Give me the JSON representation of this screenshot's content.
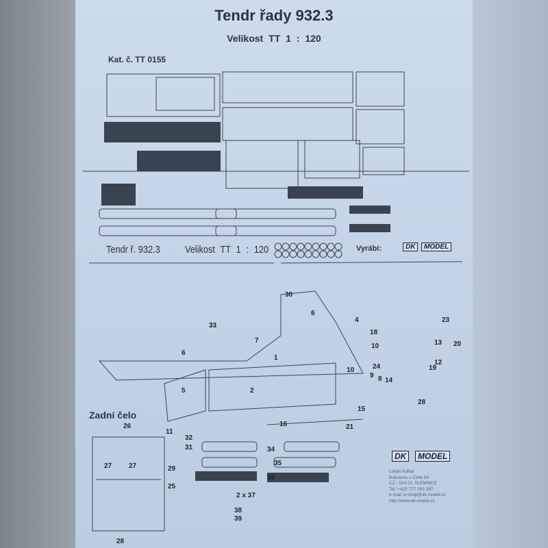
{
  "sheet": {
    "title": "Tendr řady 932.3",
    "subtitle": "Velikost TT   1 : 120",
    "catalog": "Kat. č. TT 0155",
    "footer_name": "Tendr ř. 932.3",
    "footer_scale": "Velikost TT   1 : 120",
    "maker_label": "Vyrábí:",
    "logo": {
      "left": "DK",
      "right": "MODEL"
    },
    "rear_title": "Zadní čelo",
    "address": [
      "Lukáš  Kottal",
      "Bukovina u Čisté 94",
      "CZ - 514 01 JILEMNICE",
      "Tel: +420 777 163 397",
      "e-mail: e-shop@dk-model.cz",
      "http://www.dk-model.cz"
    ]
  },
  "assembly_labels": [
    "30",
    "6",
    "4",
    "23",
    "33",
    "18",
    "7",
    "13",
    "20",
    "10",
    "6",
    "1",
    "12",
    "24",
    "19",
    "10",
    "9",
    "8",
    "14",
    "5",
    "2",
    "28",
    "15",
    "16",
    "21",
    "11",
    "32",
    "31",
    "26",
    "34",
    "27",
    "27",
    "35",
    "29",
    "36",
    "25",
    "2 x 37",
    "38",
    "39",
    "28"
  ],
  "colors": {
    "paper": "#c9d8e8",
    "ink": "#2c3440"
  }
}
